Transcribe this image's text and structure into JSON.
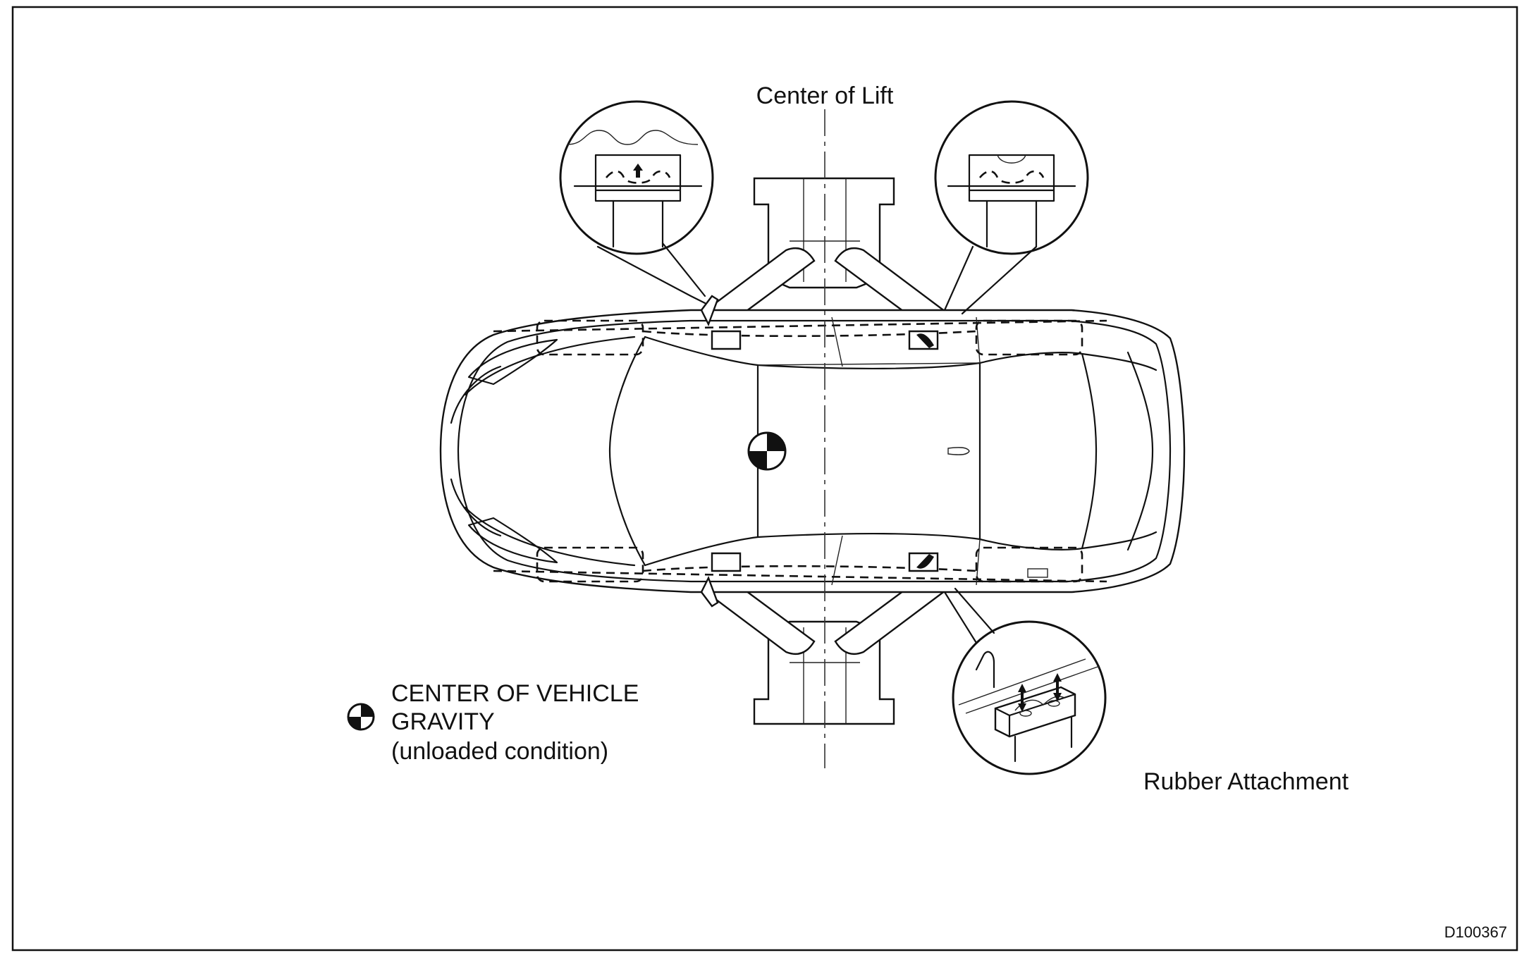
{
  "labels": {
    "center_of_lift": "Center of Lift",
    "gravity_line1": "CENTER OF VEHICLE",
    "gravity_line2": "GRAVITY",
    "gravity_line3": "(unloaded condition)",
    "rubber_attachment": "Rubber Attachment",
    "figure_code": "D100367"
  },
  "icons": {
    "gravity_symbol": "center-of-gravity-symbol",
    "lift": "two-post-lift-arms",
    "vehicle": "sedan-top-view"
  },
  "colors": {
    "line": "#111111",
    "background": "#ffffff"
  }
}
